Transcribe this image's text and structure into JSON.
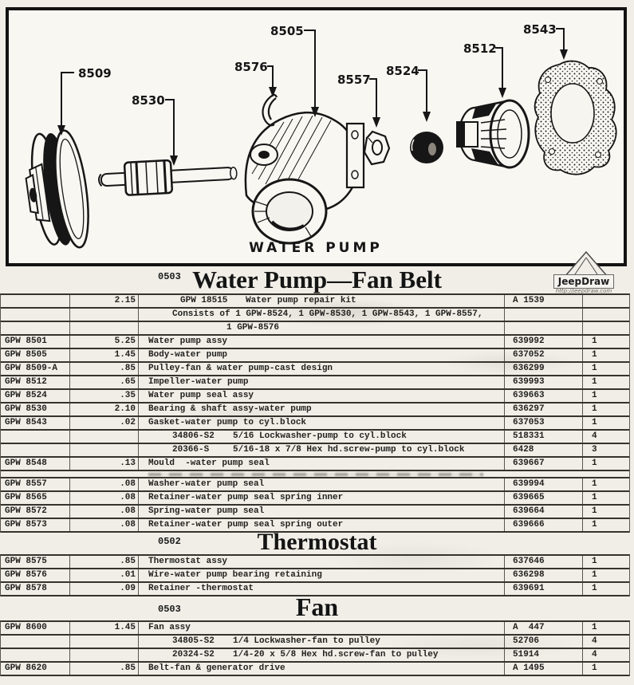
{
  "diagram": {
    "caption": "WATER PUMP",
    "labels": [
      "8509",
      "8530",
      "8505",
      "8576",
      "8557",
      "8524",
      "8512",
      "8543"
    ]
  },
  "logo": {
    "name": "JeepDraw",
    "url": "http://jeepdraw.com"
  },
  "sections": [
    {
      "code": "0503",
      "title": "Water Pump—Fan Belt",
      "rows": [
        {
          "part": "",
          "price": "2.15",
          "code": "GPW 18515",
          "ctype": "kit",
          "desc": "Water pump repair kit",
          "ford": "A 1539",
          "qty": ""
        },
        {
          "part": "",
          "price": "",
          "desc": "Consists of 1 GPW-8524, 1 GPW-8530, 1 GPW-8543, 1 GPW-8557,",
          "ind": "kit",
          "ford": "",
          "qty": ""
        },
        {
          "part": "",
          "price": "",
          "desc": "1 GPW-8576",
          "ind": "sub",
          "ford": "",
          "qty": ""
        },
        {
          "part": "GPW 8501",
          "price": "5.25",
          "desc": "Water pump assy",
          "ford": "639992",
          "qty": "1"
        },
        {
          "part": "GPW 8505",
          "price": "1.45",
          "desc": "Body-water pump",
          "ford": "637052",
          "qty": "1"
        },
        {
          "part": "GPW 8509-A",
          "price": ".85",
          "desc": "Pulley-fan & water pump-cast design",
          "ford": "636299",
          "qty": "1"
        },
        {
          "part": "GPW 8512",
          "price": ".65",
          "desc": "Impeller-water pump",
          "ford": "639993",
          "qty": "1"
        },
        {
          "part": "GPW 8524",
          "price": ".35",
          "desc": "Water pump seal assy",
          "ford": "639663",
          "qty": "1"
        },
        {
          "part": "GPW 8530",
          "price": "2.10",
          "desc": "Bearing & shaft assy-water pump",
          "ford": "636297",
          "qty": "1"
        },
        {
          "part": "GPW 8543",
          "price": ".02",
          "desc": "Gasket-water pump to cyl.block",
          "ford": "637053",
          "qty": "1"
        },
        {
          "part": "",
          "price": "",
          "code": "34806-S2",
          "ctype": "hw",
          "desc": "5/16 Lockwasher-pump to cyl.block",
          "ford": "518331",
          "qty": "4"
        },
        {
          "part": "",
          "price": "",
          "code": "20366-S",
          "ctype": "hw",
          "desc": "5/16-18 x 7/8 Hex hd.screw-pump to cyl.block",
          "ford": "6428",
          "qty": "3"
        },
        {
          "part": "GPW 8548",
          "price": ".13",
          "desc": "Mould  -water pump seal",
          "ford": "639667",
          "qty": "1"
        },
        {
          "smudge": true
        },
        {
          "part": "GPW 8557",
          "price": ".08",
          "desc": "Washer-water pump seal",
          "ford": "639994",
          "qty": "1"
        },
        {
          "part": "GPW 8565",
          "price": ".08",
          "desc": "Retainer-water pump seal spring inner",
          "ford": "639665",
          "qty": "1"
        },
        {
          "part": "GPW 8572",
          "price": ".08",
          "desc": "Spring-water pump seal",
          "ford": "639664",
          "qty": "1"
        },
        {
          "part": "GPW 8573",
          "price": ".08",
          "desc": "Retainer-water pump seal spring outer",
          "ford": "639666",
          "qty": "1"
        }
      ]
    },
    {
      "code": "0502",
      "title": "Thermostat",
      "rows": [
        {
          "part": "GPW 8575",
          "price": ".85",
          "desc": "Thermostat assy",
          "ford": "637646",
          "qty": "1"
        },
        {
          "part": "GPW 8576",
          "price": ".01",
          "desc": "Wire-water pump bearing retaining",
          "ford": "636298",
          "qty": "1"
        },
        {
          "part": "GPW 8578",
          "price": ".09",
          "desc": "Retainer -thermostat",
          "ford": "639691",
          "qty": "1"
        }
      ]
    },
    {
      "code": "0503",
      "title": "Fan",
      "rows": [
        {
          "part": "GPW 8600",
          "price": "1.45",
          "desc": "Fan assy",
          "ford": "A  447",
          "qty": "1"
        },
        {
          "part": "",
          "price": "",
          "code": "34805-S2",
          "ctype": "hw",
          "desc": "1/4 Lockwasher-fan to pulley",
          "ford": "52706",
          "qty": "4"
        },
        {
          "part": "",
          "price": "",
          "code": "20324-S2",
          "ctype": "hw",
          "desc": "1/4-20 x 5/8 Hex hd.screw-fan to pulley",
          "ford": "51914",
          "qty": "4"
        },
        {
          "part": "GPW 8620",
          "price": ".85",
          "desc": "Belt-fan & generator drive",
          "ford": "A 1495",
          "qty": "1"
        }
      ]
    }
  ]
}
